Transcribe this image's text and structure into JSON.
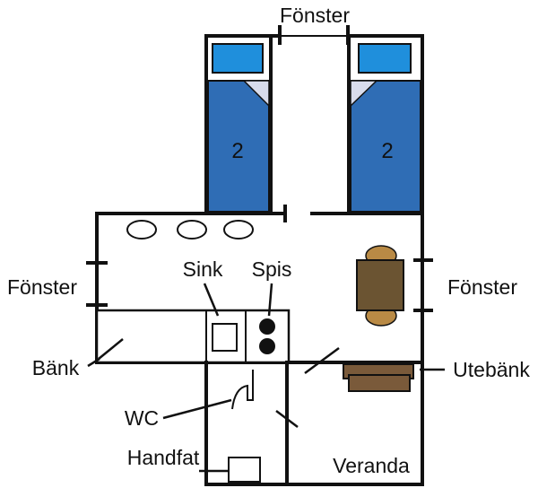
{
  "labels": {
    "window_top": "Fönster",
    "window_left": "Fönster",
    "window_right": "Fönster",
    "sink": "Sink",
    "stove": "Spis",
    "counter": "Bänk",
    "outdoor_bench": "Utebänk",
    "wc": "WC",
    "washbasin": "Handfat",
    "porch": "Veranda"
  },
  "beds": [
    {
      "number": "2"
    },
    {
      "number": "2"
    }
  ],
  "colors": {
    "bed_blue": "#2f6db5",
    "pillow_blue": "#1f8fdc",
    "sheet_fold": "#d8dcec",
    "table_brown": "#6b5432",
    "chair_tan": "#b98a45",
    "bench_brown": "#7a5a3a",
    "wall": "#111111"
  }
}
